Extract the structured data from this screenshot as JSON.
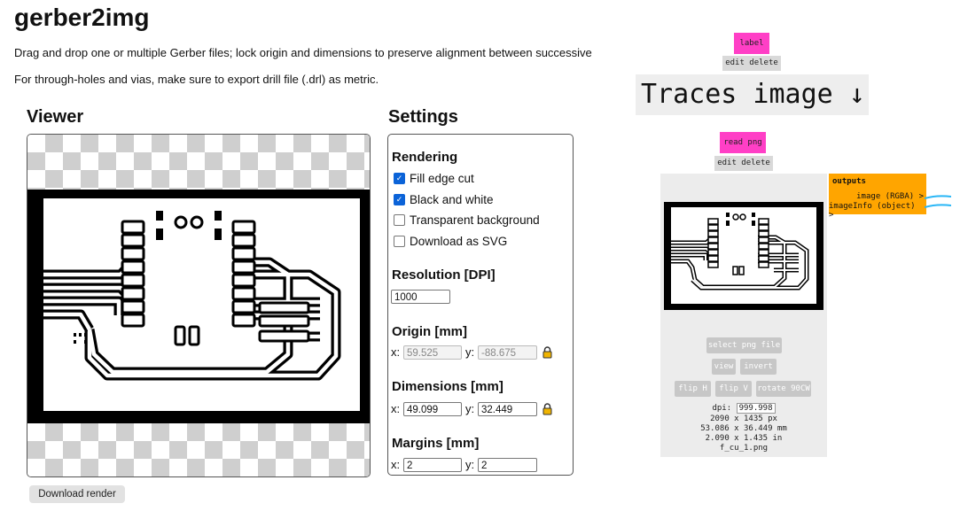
{
  "app": {
    "title": "gerber2img",
    "intro_line1": "Drag and drop one or multiple Gerber files; lock origin and dimensions to preserve alignment between successive",
    "intro_line2": "For through-holes and vias, make sure to export drill file (.drl) as metric."
  },
  "viewer": {
    "title": "Viewer"
  },
  "settings": {
    "title": "Settings",
    "rendering": {
      "heading": "Rendering",
      "options": [
        {
          "label": "Fill edge cut",
          "checked": true
        },
        {
          "label": "Black and white",
          "checked": true
        },
        {
          "label": "Transparent background",
          "checked": false
        },
        {
          "label": "Download as SVG",
          "checked": false
        }
      ]
    },
    "resolution": {
      "heading": "Resolution [DPI]",
      "value": "1000"
    },
    "origin": {
      "heading": "Origin [mm]",
      "x_label": "x:",
      "x_value": "59.525",
      "y_label": "y:",
      "y_value": "-88.675"
    },
    "dimensions": {
      "heading": "Dimensions [mm]",
      "x_label": "x:",
      "x_value": "49.099",
      "y_label": "y:",
      "y_value": "32.449"
    },
    "margins": {
      "heading": "Margins [mm]",
      "x_label": "x:",
      "x_value": "2",
      "y_label": "y:",
      "y_value": "2"
    }
  },
  "download_button": "Download render",
  "nodes": {
    "label_node": {
      "tag": "label",
      "actions": "edit delete",
      "text": "Traces image ↓"
    },
    "read_png": {
      "tag": "read png",
      "actions": "edit delete",
      "outputs_title": "outputs",
      "outputs": [
        "image (RGBA) >",
        "imageInfo (object) >"
      ],
      "buttons": {
        "select": "select png file",
        "view": "view",
        "invert": "invert",
        "flip_h": "flip H",
        "flip_v": "flip V",
        "rotate": "rotate 90CW"
      },
      "dpi_label": "dpi:",
      "dpi_value": "999.998",
      "info": [
        "2090 x 1435 px",
        "53.086 x 36.449 mm",
        "2.090 x 1.435 in",
        "f_cu_1.png"
      ]
    }
  },
  "colors": {
    "node_tag": "#ff3fc6",
    "outputs": "#ffa500",
    "checkbox": "#0b63d8",
    "wire": "#29b6f6"
  }
}
